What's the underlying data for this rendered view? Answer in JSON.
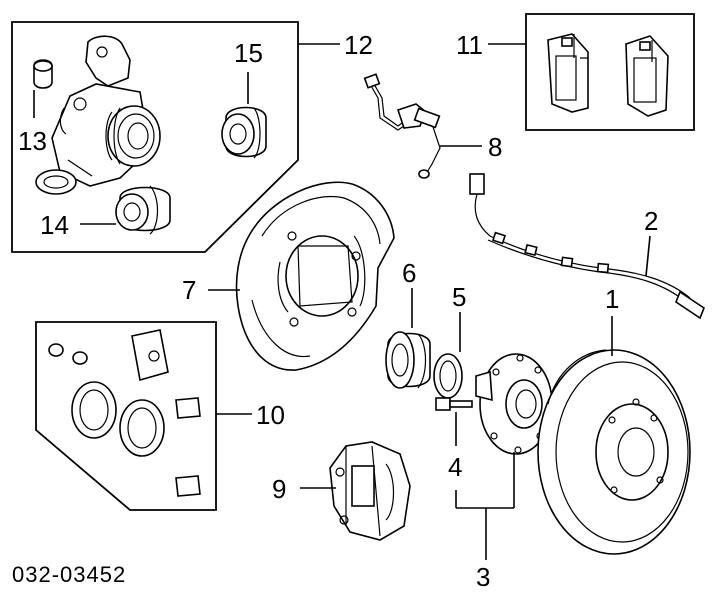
{
  "diagram_code": "032-03452",
  "callouts": {
    "c1": "1",
    "c2": "2",
    "c3": "3",
    "c4": "4",
    "c5": "5",
    "c6": "6",
    "c7": "7",
    "c8": "8",
    "c9": "9",
    "c10": "10",
    "c11": "11",
    "c12": "12",
    "c13": "13",
    "c14": "14",
    "c15": "15"
  }
}
